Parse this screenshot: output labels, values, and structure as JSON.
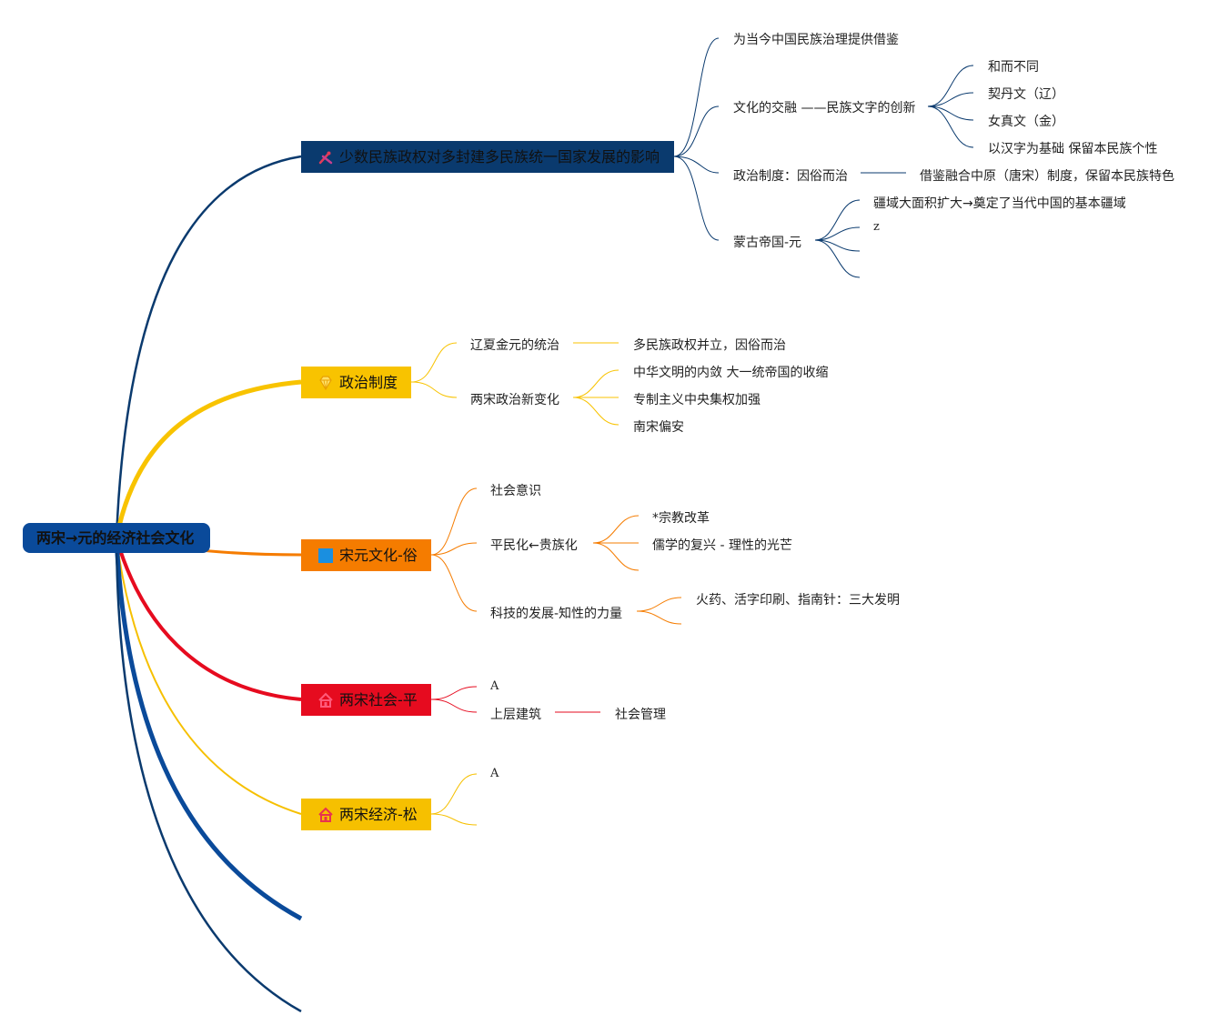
{
  "root": {
    "label": "两宋→元的经济社会文化"
  },
  "colors": {
    "navy": "#0a3a6e",
    "yellow": "#f8c300",
    "orange": "#f57c00",
    "red": "#e60b1f",
    "gold": "#f6c000"
  },
  "branches": {
    "minority": {
      "label": "少数民族政权对多封建多民族统一国家发展的影响",
      "icon": "tools-icon",
      "items": {
        "lesson": "为当今中国民族治理提供借鉴",
        "culture": "文化的交融 ——民族文字的创新",
        "culture_children": [
          "和而不同",
          "契丹文（辽）",
          "女真文（金）",
          "以汉字为基础 保留本民族个性"
        ],
        "politics": "政治制度：因俗而治",
        "politics_child": "借鉴融合中原（唐宋）制度，保留本民族特色",
        "mongol": "蒙古帝国-元",
        "mongol_children": [
          "疆域大面积扩大→奠定了当代中国的基本疆域",
          "z"
        ]
      }
    },
    "political": {
      "label": "政治制度",
      "icon": "diamond-icon",
      "items": {
        "liaoxia": "辽夏金元的统治",
        "liaoxia_child": "多民族政权并立，因俗而治",
        "song": "两宋政治新变化",
        "song_children": [
          "中华文明的内敛 大一统帝国的收缩",
          "专制主义中央集权加强",
          "南宋偏安"
        ]
      }
    },
    "culture": {
      "label": "宋元文化-俗",
      "icon": "square-icon",
      "items": {
        "social": "社会意识",
        "popular": "平民化←贵族化",
        "popular_children": [
          "*宗教改革",
          "儒学的复兴 - 理性的光芒"
        ],
        "science": "科技的发展-知性的力量",
        "science_child": "火药、活字印刷、指南针：三大发明"
      }
    },
    "society": {
      "label": "两宋社会-平",
      "icon": "house-icon",
      "items": {
        "a": "A",
        "upper": "上层建筑",
        "upper_child": "社会管理"
      }
    },
    "economy": {
      "label": "两宋经济-松",
      "icon": "house-icon",
      "items": {
        "a": "A"
      }
    }
  }
}
